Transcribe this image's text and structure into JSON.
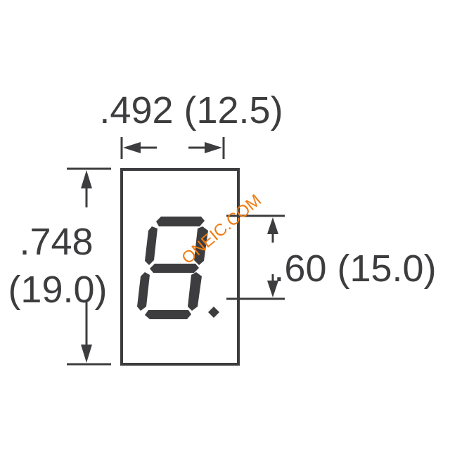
{
  "drawing": {
    "width_label": ".492 (12.5)",
    "height_label_in": ".748",
    "height_label_mm": "(19.0)",
    "digit_height_label": ".60 (15.0)",
    "digit_shown": "8.",
    "watermark": "ONEIC.COM"
  },
  "colors": {
    "line": "#3d3d3f",
    "watermark": "#f07c12"
  }
}
